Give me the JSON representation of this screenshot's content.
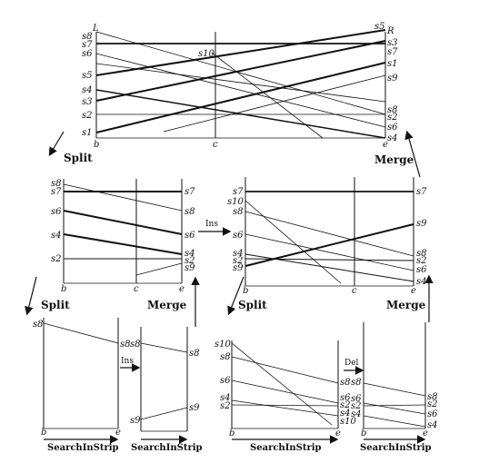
{
  "top": {
    "corner_left": "L",
    "corner_right": "R",
    "left_labels": [
      "s8",
      "s7",
      "s6",
      "s5",
      "s4",
      "s3",
      "s2",
      "s1"
    ],
    "right_labels": [
      "s5",
      "s3",
      "s7",
      "s1",
      "s9",
      "s8",
      "s2",
      "s6",
      "s4"
    ],
    "inner_label": "s10",
    "axis": [
      "b",
      "c",
      "e"
    ]
  },
  "captions": {
    "split": "Split",
    "merge": "Merge",
    "ins": "Ins",
    "del": "Del",
    "search": "SearchInStrip"
  },
  "mid_left": {
    "left_labels": [
      "s8",
      "s7",
      "s6",
      "s4",
      "s2"
    ],
    "right_labels": [
      "s7",
      "s8",
      "s6",
      "s4",
      "s2",
      "s9"
    ],
    "axis": [
      "b",
      "c",
      "e"
    ]
  },
  "mid_right": {
    "left_labels": [
      "s7",
      "s10",
      "s8",
      "s6",
      "s4",
      "s2",
      "s9"
    ],
    "right_labels": [
      "s7",
      "s9",
      "s8",
      "s2",
      "s6",
      "s4"
    ],
    "axis": [
      "b",
      "c",
      "e"
    ]
  },
  "bot1": {
    "left_labels": [
      "s8"
    ],
    "right_labels": [
      "s8"
    ],
    "axis": [
      "b",
      "e"
    ]
  },
  "bot2": {
    "left_labels": [
      "s8",
      "s9"
    ],
    "right_labels": [
      "s8",
      "s9"
    ]
  },
  "bot3": {
    "left_labels": [
      "s10",
      "s8",
      "s6",
      "s4",
      "s2"
    ],
    "right_labels": [
      "s8",
      "s6",
      "s2",
      "s4",
      "s10"
    ],
    "axis": [
      "b",
      "e"
    ]
  },
  "bot4": {
    "left_labels": [
      "s8",
      "s6",
      "s2",
      "s4"
    ],
    "right_labels": [
      "s8",
      "s2",
      "s6",
      "s4"
    ],
    "axis": [
      "b",
      "e"
    ]
  }
}
